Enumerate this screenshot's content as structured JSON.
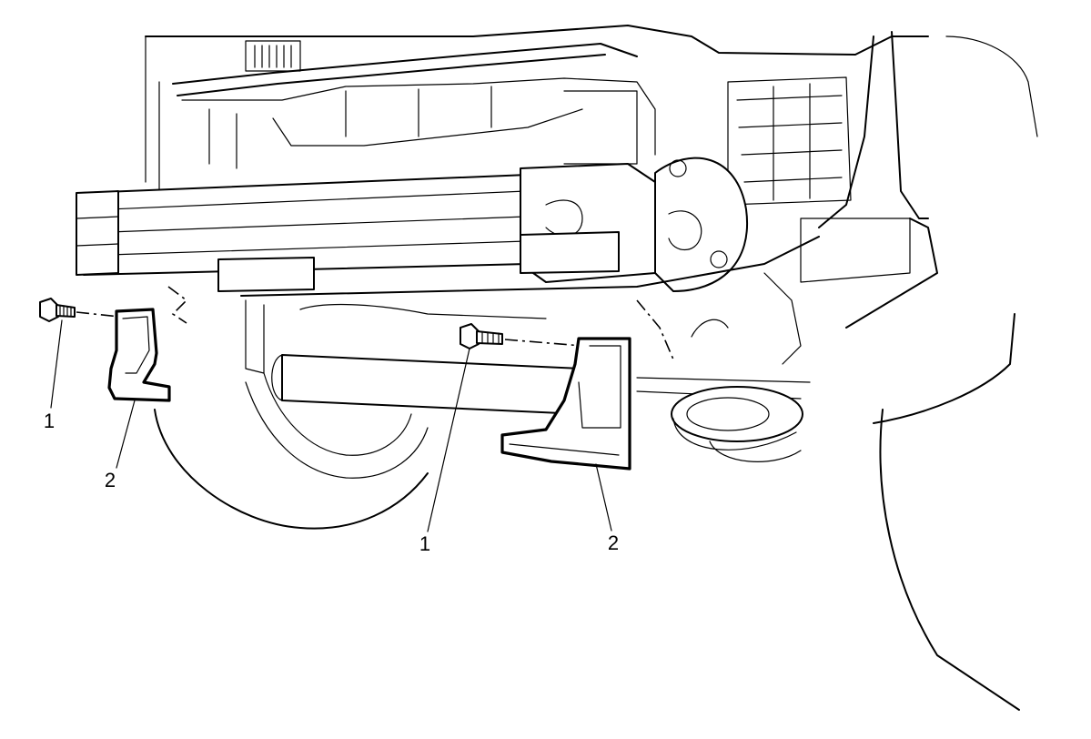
{
  "callouts": [
    {
      "id": "bolt-left",
      "label": "1"
    },
    {
      "id": "bracket-left",
      "label": "2"
    },
    {
      "id": "bolt-center",
      "label": "1"
    },
    {
      "id": "bracket-right",
      "label": "2"
    }
  ]
}
